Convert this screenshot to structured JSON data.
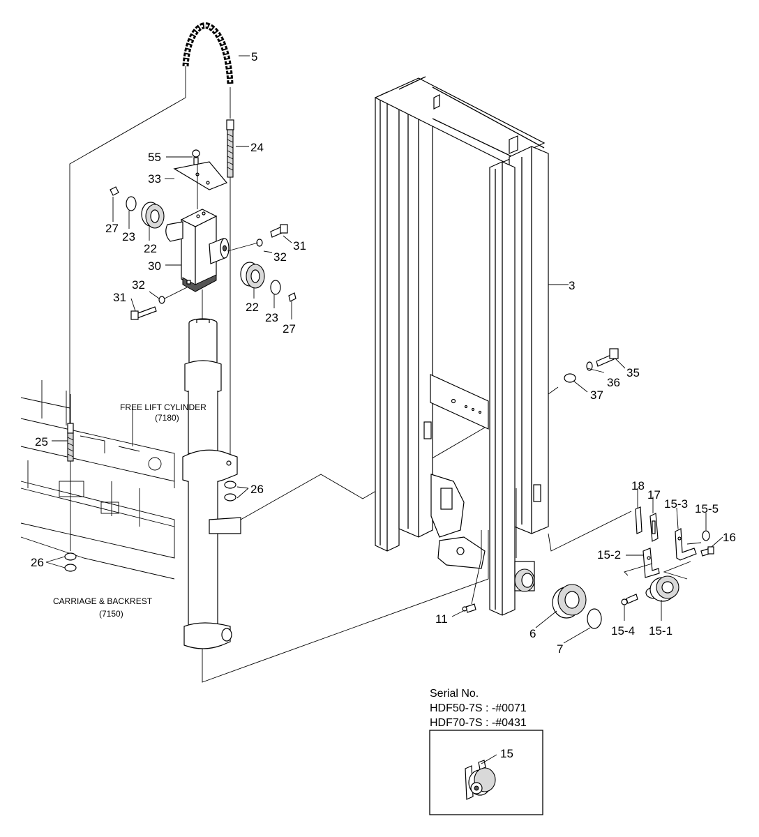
{
  "part_labels": {
    "p5": "5",
    "p24": "24",
    "p55": "55",
    "p33": "33",
    "p27a": "27",
    "p23a": "23",
    "p22a": "22",
    "p30": "30",
    "p32a": "32",
    "p31a": "31",
    "p32b": "32",
    "p31b": "31",
    "p22b": "22",
    "p23b": "23",
    "p27b": "27",
    "p3": "3",
    "p35": "35",
    "p36": "36",
    "p37": "37",
    "p25": "25",
    "p26a": "26",
    "p26b": "26",
    "p18": "18",
    "p17": "17",
    "p153": "15-3",
    "p155": "15-5",
    "p16": "16",
    "p152": "15-2",
    "p11": "11",
    "p6": "6",
    "p7": "7",
    "p154": "15-4",
    "p151": "15-1",
    "p15": "15"
  },
  "captions": {
    "free_lift_title": "FREE LIFT CYLINDER",
    "free_lift_code": "(7180)",
    "carriage_title": "CARRIAGE & BACKREST",
    "carriage_code": "(7150)"
  },
  "serial_box": {
    "heading": "Serial No.",
    "line1": "HDF50-7S : -#0071",
    "line2": "HDF70-7S : -#0431"
  }
}
